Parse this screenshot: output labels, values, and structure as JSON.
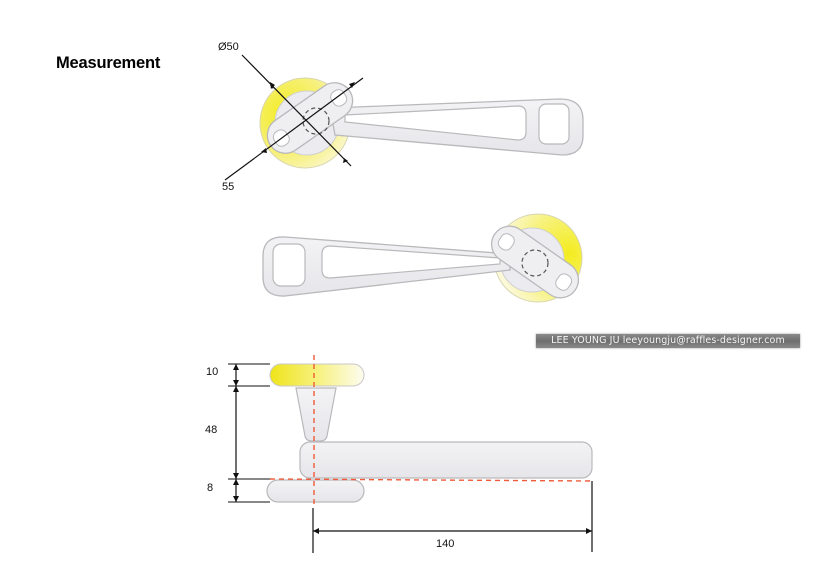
{
  "title": "Measurement",
  "top_view_1": {
    "dimensions": {
      "rosette_diameter": "Ø50",
      "handle_width": "55"
    }
  },
  "side_view": {
    "dimensions": {
      "rosette_thickness": "10",
      "neck_height": "48",
      "lever_bottom": "8",
      "lever_length": "140"
    }
  },
  "credit": {
    "text": "LEE YOUNG JU leeyoungju@raffles-designer.com"
  },
  "colors": {
    "rosette_yellow": "#f2ea2a",
    "handle_fill": "#efeff2",
    "handle_stroke": "#b9b9bc",
    "dim_line": "#111111",
    "center_line": "#f05a3a"
  }
}
